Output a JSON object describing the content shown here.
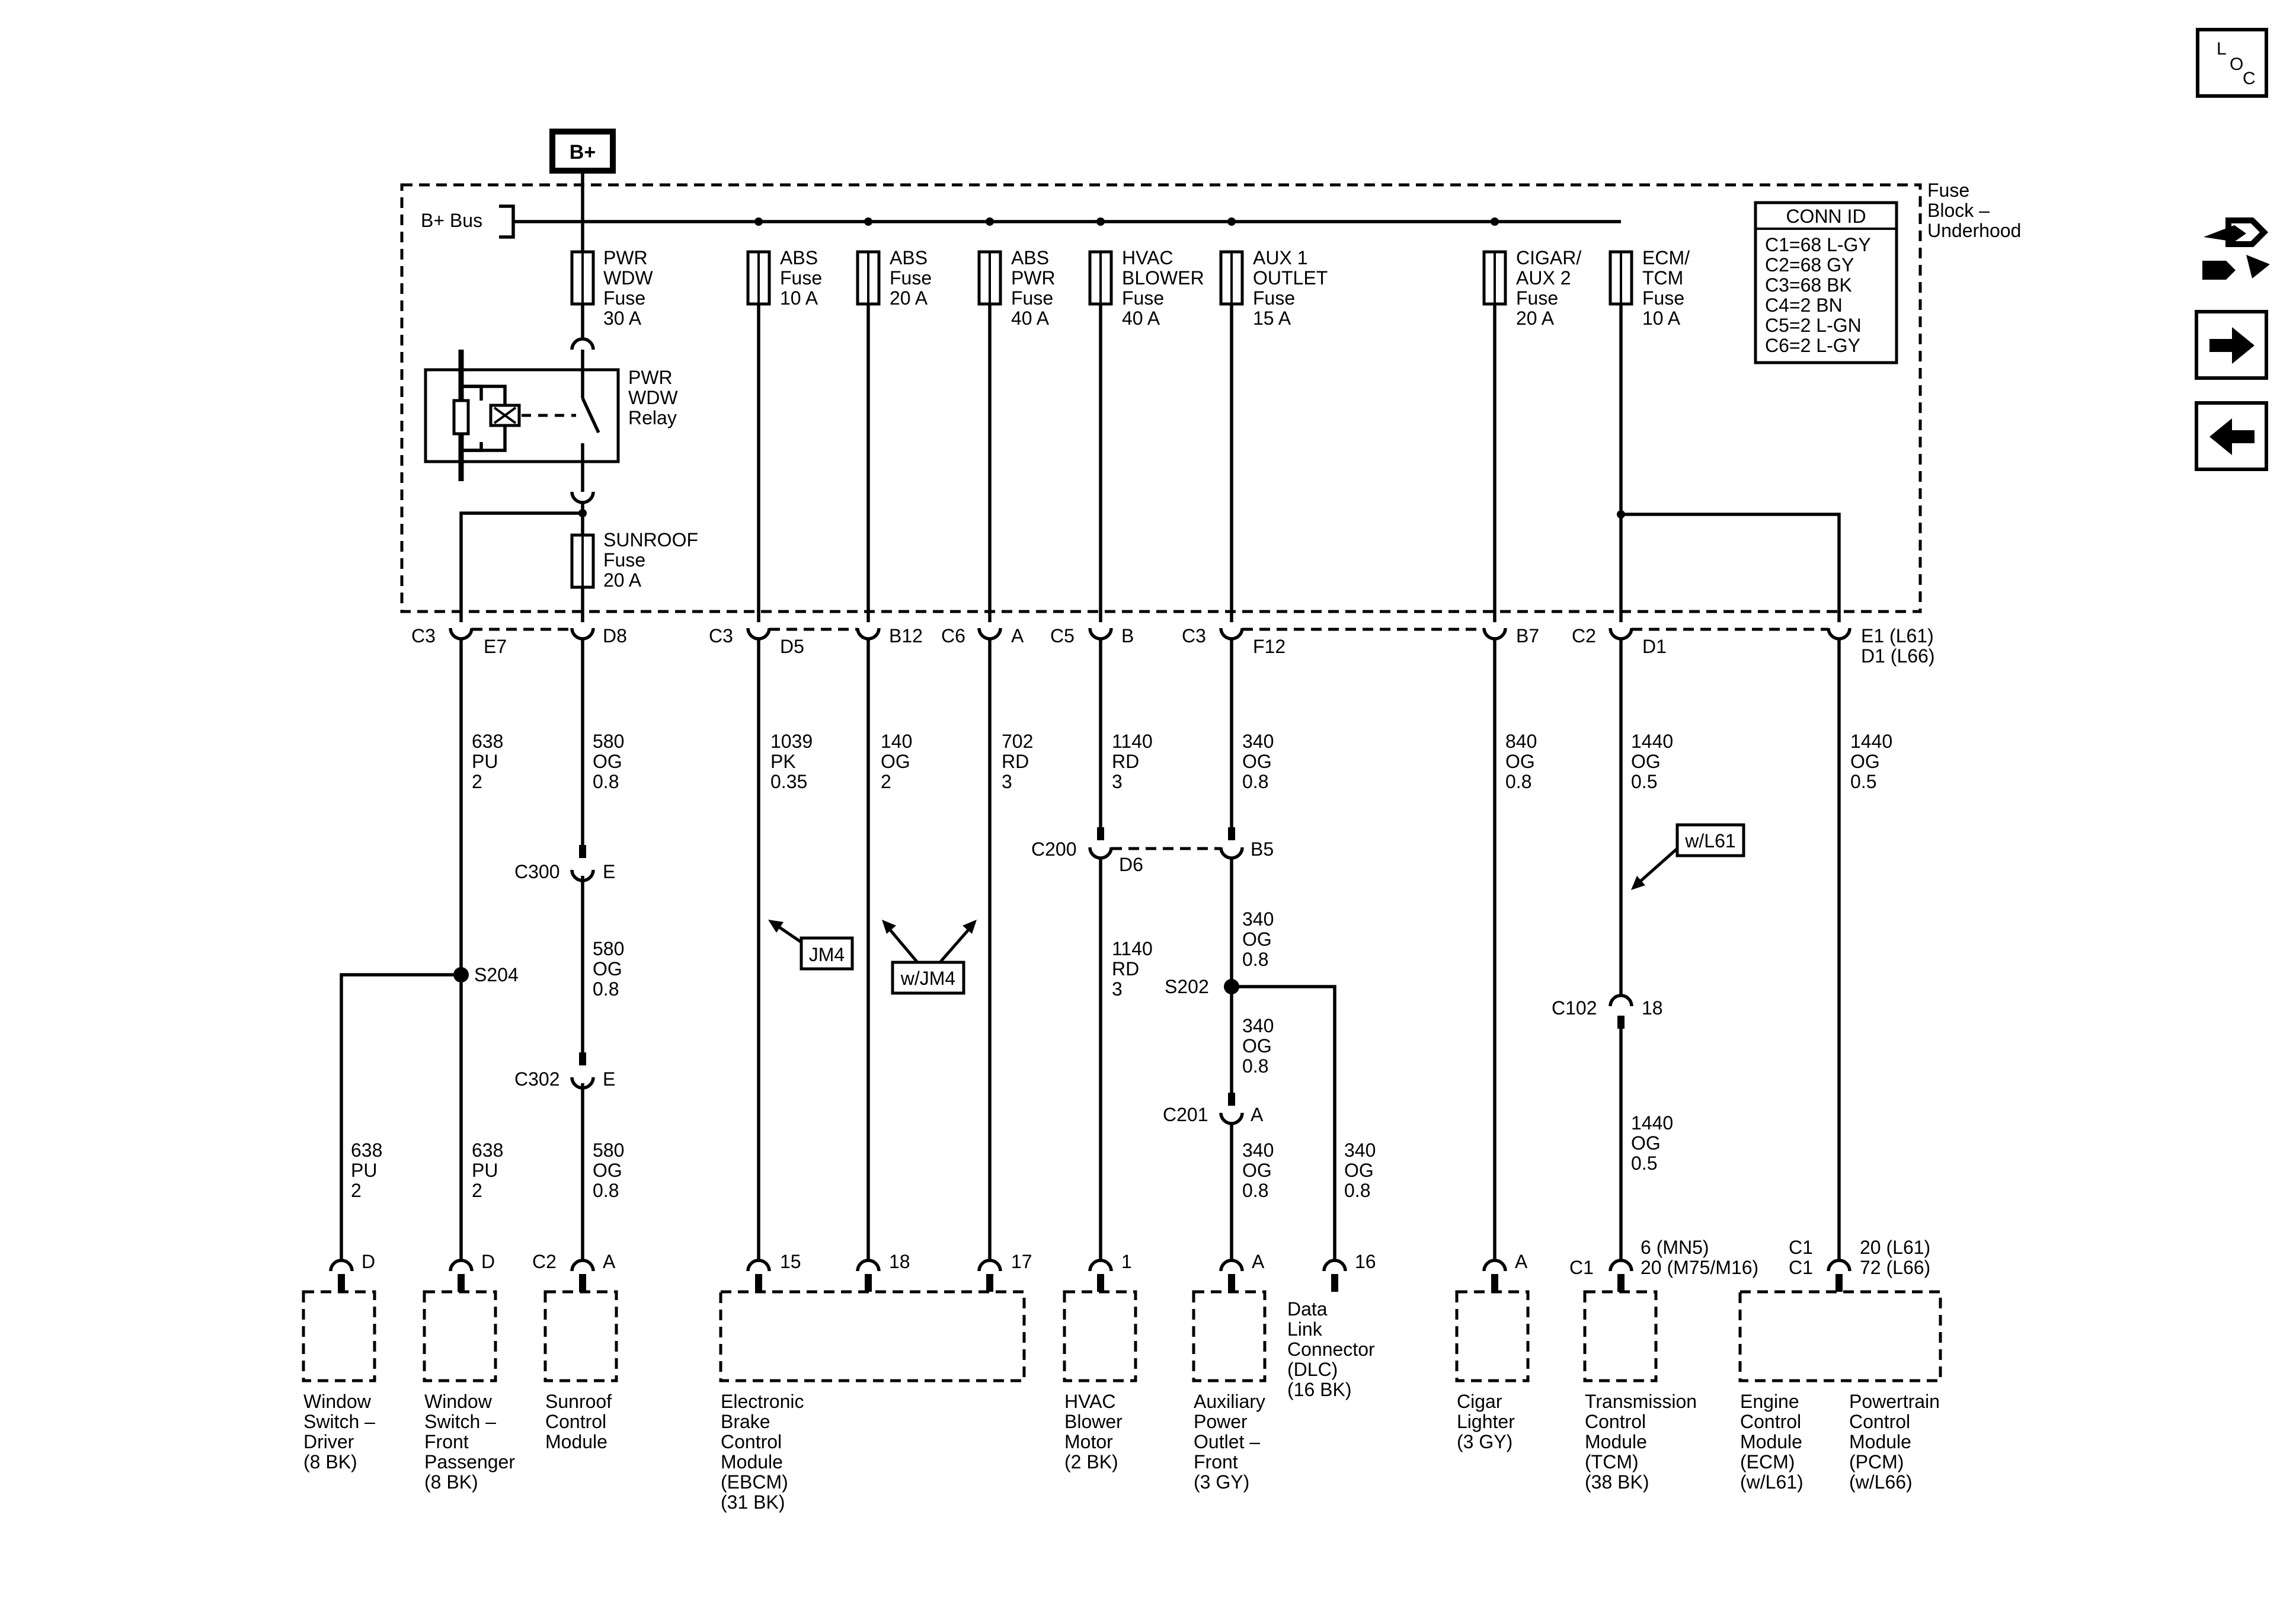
{
  "power_source": "B+",
  "bus_label": "B+ Bus",
  "fuse_block_label": [
    "Fuse",
    "Block –",
    "Underhood"
  ],
  "conn_id": {
    "title": "CONN ID",
    "rows": [
      "C1=68 L-GY",
      "C2=68 GY",
      "C3=68 BK",
      "C4=2 BN",
      "C5=2 L-GN",
      "C6=2 L-GY"
    ]
  },
  "fuses": [
    [
      "PWR",
      "WDW",
      "Fuse",
      "30 A"
    ],
    [
      "ABS",
      "Fuse",
      "10 A"
    ],
    [
      "ABS",
      "Fuse",
      "20 A"
    ],
    [
      "ABS",
      "PWR",
      "Fuse",
      "40 A"
    ],
    [
      "HVAC",
      "BLOWER",
      "Fuse",
      "40 A"
    ],
    [
      "AUX 1",
      "OUTLET",
      "Fuse",
      "15 A"
    ],
    [
      "CIGAR/",
      "AUX 2",
      "Fuse",
      "20 A"
    ],
    [
      "ECM/",
      "TCM",
      "Fuse",
      "10 A"
    ],
    [
      "SUNROOF",
      "Fuse",
      "20 A"
    ]
  ],
  "relay": [
    "PWR",
    "WDW",
    "Relay"
  ],
  "connector_labels": {
    "c3_a": "C3",
    "e7": "E7",
    "d8": "D8",
    "c3_b": "C3",
    "d5": "D5",
    "b12": "B12",
    "c6": "C6",
    "a_c6": "A",
    "c5": "C5",
    "b_c5": "B",
    "c3_c": "C3",
    "f12": "F12",
    "b7": "B7",
    "c2": "C2",
    "d1": "D1",
    "e1": "E1 (L61)",
    "d1_l66": "D1 (L66)"
  },
  "wires": [
    [
      "638",
      "PU",
      "2"
    ],
    [
      "580",
      "OG",
      "0.8"
    ],
    [
      "1039",
      "PK",
      "0.35"
    ],
    [
      "140",
      "OG",
      "2"
    ],
    [
      "702",
      "RD",
      "3"
    ],
    [
      "1140",
      "RD",
      "3"
    ],
    [
      "340",
      "OG",
      "0.8"
    ],
    [
      "840",
      "OG",
      "0.8"
    ],
    [
      "1440",
      "OG",
      "0.5"
    ],
    [
      "1440",
      "OG",
      "0.5"
    ],
    [
      "580",
      "OG",
      "0.8"
    ],
    [
      "580",
      "OG",
      "0.8"
    ],
    [
      "638",
      "PU",
      "2"
    ],
    [
      "638",
      "PU",
      "2"
    ],
    [
      "1140",
      "RD",
      "3"
    ],
    [
      "340",
      "OG",
      "0.8"
    ],
    [
      "340",
      "OG",
      "0.8"
    ],
    [
      "340",
      "OG",
      "0.8"
    ],
    [
      "340",
      "OG",
      "0.8"
    ],
    [
      "1440",
      "OG",
      "0.5"
    ]
  ],
  "inline": {
    "c300": "C300",
    "c300_pin": "E",
    "c302": "C302",
    "c302_pin": "E",
    "c200": "C200",
    "c200_pin1": "D6",
    "c200_pin2": "B5",
    "c201": "C201",
    "c201_pin": "A",
    "c102": "C102",
    "c102_pin": "18",
    "s204": "S204",
    "s202": "S202"
  },
  "options": {
    "jm4": "JM4",
    "w_jm4": "w/JM4",
    "w_l61": "w/L61"
  },
  "components": [
    {
      "pin": "D",
      "label": [
        "Window",
        "Switch –",
        "Driver",
        "(8 BK)"
      ]
    },
    {
      "pin": "D",
      "label": [
        "Window",
        "Switch –",
        "Front",
        "Passenger",
        "(8 BK)"
      ]
    },
    {
      "conn": "C2",
      "pin": "A",
      "label": [
        "Sunroof",
        "Control",
        "Module"
      ]
    },
    {
      "pins": [
        "15",
        "18",
        "17"
      ],
      "label": [
        "Electronic",
        "Brake",
        "Control",
        "Module",
        "(EBCM)",
        "(31 BK)"
      ]
    },
    {
      "pin": "1",
      "label": [
        "HVAC",
        "Blower",
        "Motor",
        "(2 BK)"
      ]
    },
    {
      "pin": "A",
      "label": [
        "Auxiliary",
        "Power",
        "Outlet –",
        "Front",
        "(3 GY)"
      ]
    },
    {
      "pin": "16",
      "label": [
        "Data",
        "Link",
        "Connector",
        "(DLC)",
        "(16 BK)"
      ]
    },
    {
      "pin": "A",
      "label": [
        "Cigar",
        "Lighter",
        "(3 GY)"
      ]
    },
    {
      "conn": "C1",
      "pin": [
        "6 (MN5)",
        "20 (M75/M16)"
      ],
      "label": [
        "Transmission",
        "Control",
        "Module",
        "(TCM)",
        "(38 BK)"
      ]
    },
    {
      "conn": [
        "C1",
        "C1"
      ],
      "pin": [
        "20 (L61)",
        "72 (L66)"
      ],
      "label_ecm": [
        "Engine",
        "Control",
        "Module",
        "(ECM)",
        "(w/L61)"
      ],
      "label_pcm": [
        "Powertrain",
        "Control",
        "Module",
        "(PCM)",
        "(w/L66)"
      ]
    }
  ],
  "side_panel": {
    "loc_l": "L",
    "loc_o": "O",
    "loc_c": "C"
  }
}
